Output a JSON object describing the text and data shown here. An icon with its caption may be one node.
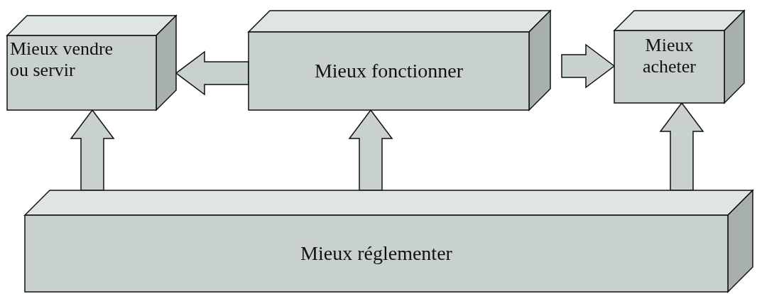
{
  "diagram": {
    "nodes": [
      {
        "text": [
          "Mieux vendre ou servir"
        ]
      },
      {
        "text": [
          "Mieux fonctionner"
        ]
      },
      {
        "text": [
          "Mieux acheter"
        ]
      },
      {
        "text": [
          "Mieux réglementer"
        ]
      }
    ],
    "edges": [
      {
        "from": 1,
        "to": 0,
        "arrow": "to"
      },
      {
        "from": 1,
        "to": 2,
        "arrow": "to"
      },
      {
        "from": 3,
        "to": 0,
        "arrow": "to"
      },
      {
        "from": 3,
        "to": 1,
        "arrow": "to"
      },
      {
        "from": 3,
        "to": 2,
        "arrow": "to"
      }
    ]
  }
}
